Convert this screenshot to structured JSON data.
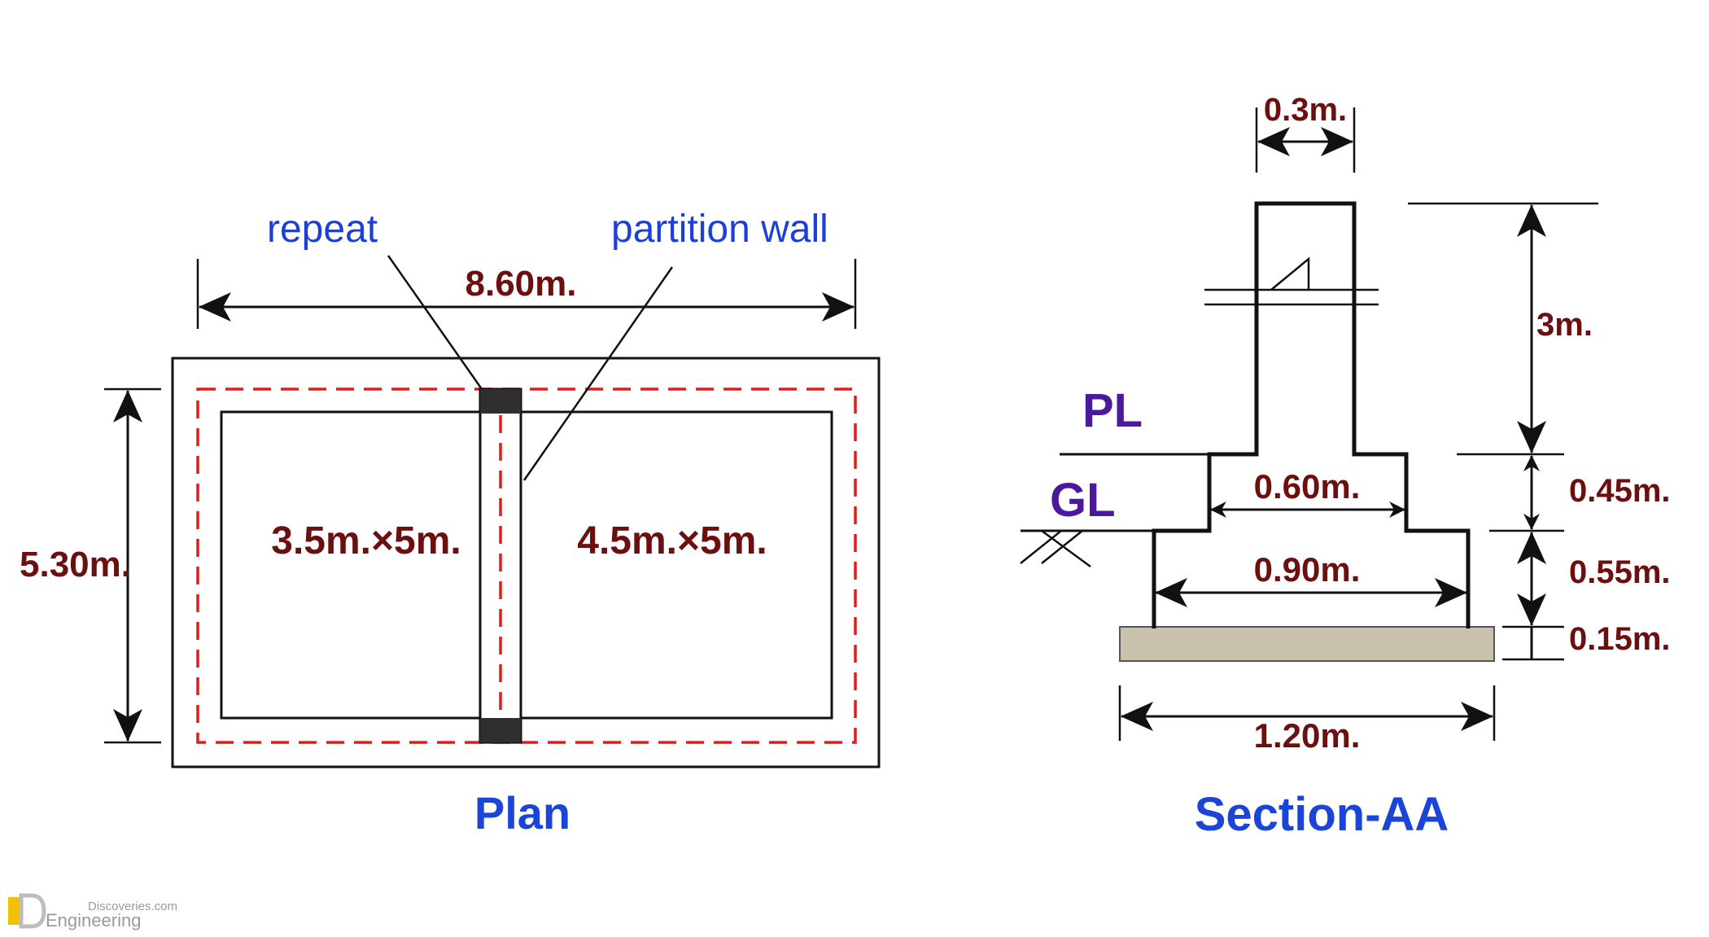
{
  "plan": {
    "title": "Plan",
    "callouts": {
      "repeat": "repeat",
      "partition_wall": "partition wall"
    },
    "dimensions": {
      "overall_length": "8.60m.",
      "overall_width": "5.30m."
    },
    "rooms": {
      "left": "3.5m.×5m.",
      "right": "4.5m.×5m."
    }
  },
  "section": {
    "title": "Section-AA",
    "levels": {
      "pl": "PL",
      "gl": "GL"
    },
    "dimensions": {
      "wall_thickness": "0.3m.",
      "wall_height": "3m.",
      "step1_width": "0.60m.",
      "step2_width": "0.90m.",
      "base_width": "1.20m.",
      "step1_depth": "0.45m.",
      "step2_depth": "0.55m.",
      "base_depth": "0.15m."
    }
  },
  "watermark": {
    "line1": "Discoveries.com",
    "line2": "Engineering"
  },
  "colors": {
    "dimension_text": "#6b0f0f",
    "callout_text": "#1c3fd8",
    "level_text": "#4b1a9c",
    "title_text": "#1b45d6",
    "centerline": "#e21b1b",
    "concrete_base": "#c9c3ad",
    "watermark_yellow": "#f2c200"
  }
}
